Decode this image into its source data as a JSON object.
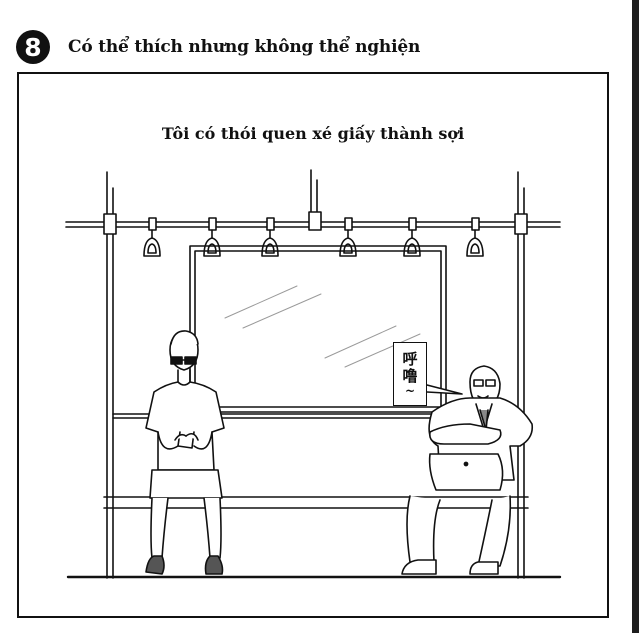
{
  "heading": {
    "number": "8",
    "title": "Có thể thích nhưng không thể nghiện"
  },
  "panel": {
    "caption": "Tôi có thói quen xé giấy thành sợi",
    "speech_bubble": {
      "line1": "呼",
      "line2": "噜",
      "line3": "~"
    },
    "illustration": {
      "setting": "subway-car-interior",
      "elements": [
        "overhead-rail",
        "hand-straps",
        "vertical-poles",
        "window",
        "bench-seat",
        "young-man-tearing-paper",
        "old-man-sleeping"
      ],
      "hand_strap_count": 6
    }
  },
  "colors": {
    "ink": "#111111",
    "paper": "#ffffff",
    "edge_strip": "#1e1e1e",
    "glass_reflection": "#9a9a9a"
  }
}
